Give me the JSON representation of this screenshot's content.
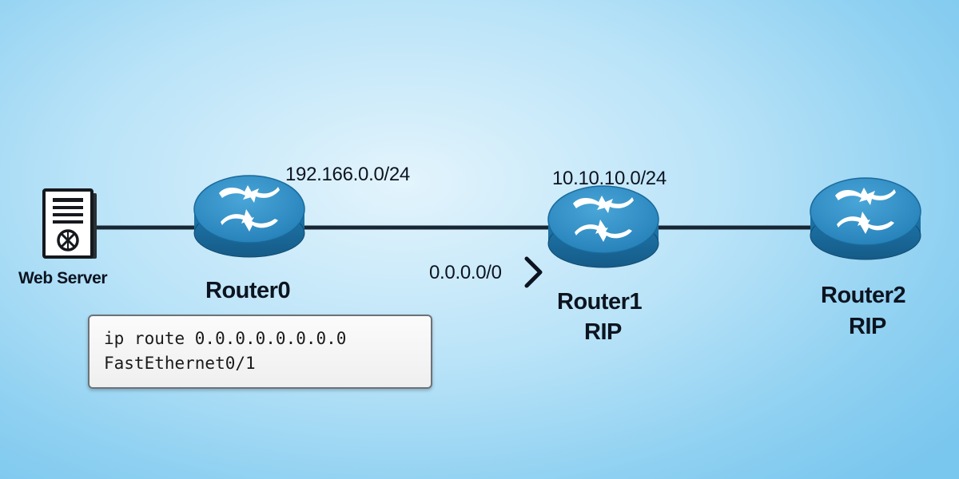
{
  "links": [
    {
      "from": "web-server",
      "to": "router0"
    },
    {
      "from": "router0",
      "to": "router1"
    },
    {
      "from": "router1",
      "to": "router2"
    }
  ],
  "devices": {
    "web_server": {
      "label": "Web Server",
      "icon": "server-icon"
    },
    "router0": {
      "label": "Router0",
      "icon": "router-icon"
    },
    "router1": {
      "label": "Router1",
      "protocol": "RIP",
      "icon": "router-icon"
    },
    "router2": {
      "label": "Router2",
      "protocol": "RIP",
      "icon": "router-icon"
    }
  },
  "networks": {
    "net_a": "192.166.0.0/24",
    "net_b": "10.10.10.0/24",
    "default_route": "0.0.0.0/0"
  },
  "cli": {
    "line1": "ip route 0.0.0.0.0.0.0.0",
    "line2": "FastEthernet0/1"
  },
  "colors": {
    "router_top": "#2f8ec4",
    "router_side": "#1b6d9f",
    "link": "#172634",
    "text": "#0c1420"
  }
}
